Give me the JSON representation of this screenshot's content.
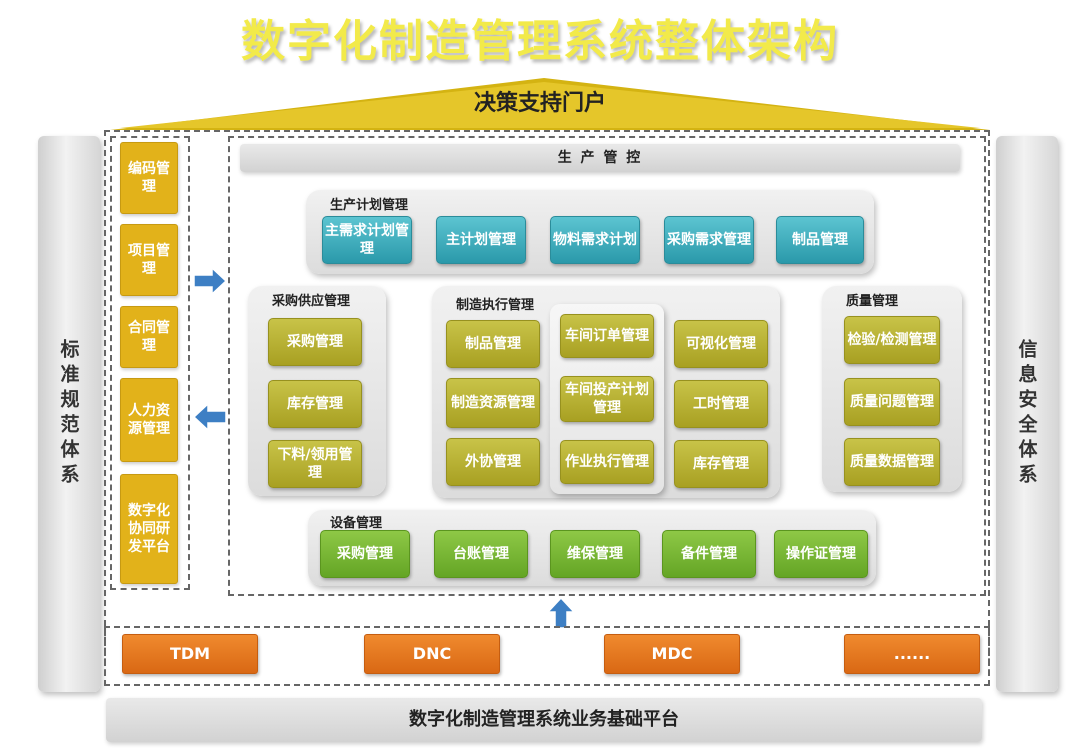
{
  "title": "数字化制造管理系统整体架构",
  "roof": {
    "label": "决策支持门户"
  },
  "left_pillar": "标准规范体系",
  "right_pillar": "信息安全体系",
  "left_items": [
    "编码管理",
    "项目管理",
    "合同管理",
    "人力资源管理",
    "数字化协同研发平台"
  ],
  "production_control": "生 产 管 控",
  "production_planning": {
    "title": "生产计划管理",
    "items": [
      "主需求计划管理",
      "主计划管理",
      "物料需求计划",
      "采购需求管理",
      "制品管理"
    ]
  },
  "procurement": {
    "title": "采购供应管理",
    "items": [
      "采购管理",
      "库存管理",
      "下料/领用管理"
    ]
  },
  "manufacturing_execution": {
    "title": "制造执行管理",
    "col1": [
      "制品管理",
      "制造资源管理",
      "外协管理"
    ],
    "col2": [
      "车间订单管理",
      "车间投产计划管理",
      "作业执行管理"
    ],
    "col3": [
      "可视化管理",
      "工时管理",
      "库存管理"
    ]
  },
  "quality": {
    "title": "质量管理",
    "items": [
      "检验/检测管理",
      "质量问题管理",
      "质量数据管理"
    ]
  },
  "equipment": {
    "title": "设备管理",
    "items": [
      "采购管理",
      "台账管理",
      "维保管理",
      "备件管理",
      "操作证管理"
    ]
  },
  "systems": [
    "TDM",
    "DNC",
    "MDC",
    "......"
  ],
  "platform": "数字化制造管理系统业务基础平台",
  "colors": {
    "title_yellow": "#f2ea4a",
    "roof": "#d4b312",
    "left_item": "#e2b21a",
    "teal": "#3aa9b8",
    "olive": "#b5ae2c",
    "green": "#78b832",
    "orange": "#e67720",
    "arrow_blue": "#3d7fc4"
  },
  "icons": [
    "arrow-right-icon",
    "arrow-left-icon",
    "arrow-up-icon"
  ]
}
